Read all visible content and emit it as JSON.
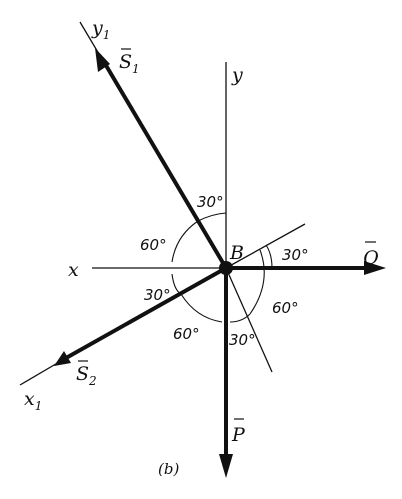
{
  "labels": {
    "y1": "y",
    "y1_sub": "1",
    "S1": "S",
    "S1_sub": "1",
    "y": "y",
    "x": "x",
    "B": "B",
    "Q": "Q",
    "x1": "x",
    "x1_sub": "1",
    "S2": "S",
    "S2_sub": "2",
    "P": "P"
  },
  "angles": {
    "top": "30°",
    "upper_left": "60°",
    "right": "30°",
    "lower_left": "30°",
    "lower_right": "60°",
    "bottom_left": "60°",
    "bottom": "30°"
  },
  "caption": "(b)",
  "colors": {
    "ink": "#111111",
    "background": "#ffffff"
  }
}
